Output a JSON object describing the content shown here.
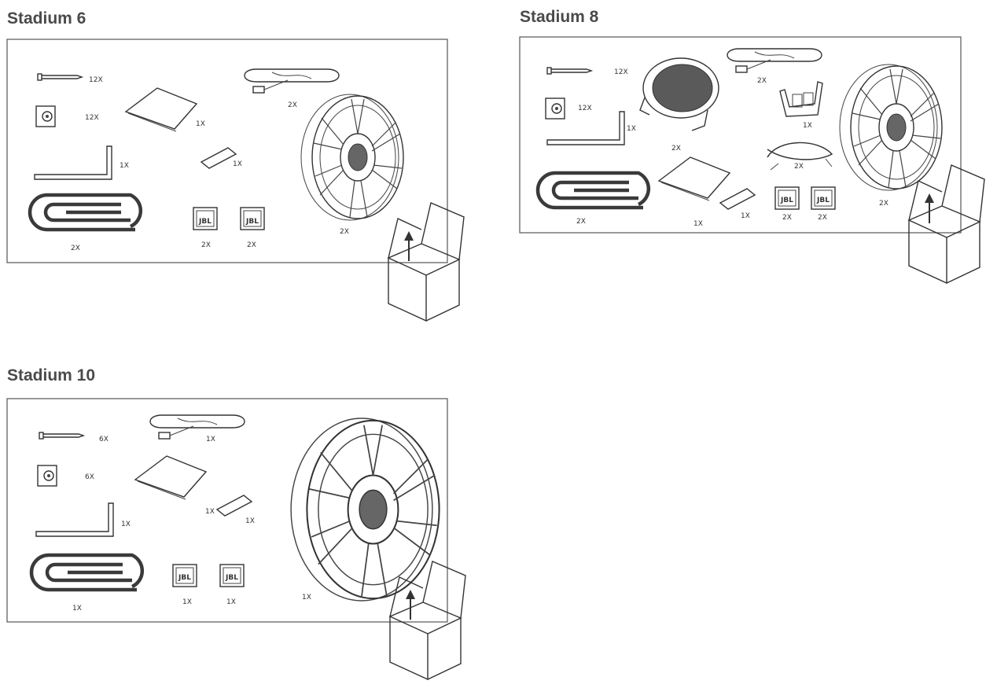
{
  "sections": {
    "s6": {
      "title": "Stadium 6",
      "q_screw": "12X",
      "q_clip": "12X",
      "q_wrench": "1X",
      "q_grill_clip": "2X",
      "q_manual": "1X",
      "q_tape": "1X",
      "q_badge1": "2X",
      "q_badge2": "2X",
      "q_wire": "2X",
      "q_speaker": "2X"
    },
    "s8": {
      "title": "Stadium 8",
      "q_screw": "12X",
      "q_clip": "12X",
      "q_wrench": "1X",
      "q_grill_clip": "2X",
      "q_tweeter": "2X",
      "q_wire": "2X",
      "q_bracket": "1X",
      "q_cable": "2X",
      "q_manual": "1X",
      "q_tape": "1X",
      "q_badge1": "2X",
      "q_badge2": "2X",
      "q_speaker": "2X"
    },
    "s10": {
      "title": "Stadium 10",
      "q_screw": "6X",
      "q_clip": "6X",
      "q_wrench": "1X",
      "q_grill_clip": "1X",
      "q_wire": "1X",
      "q_manual": "1X",
      "q_tape": "1X",
      "q_badge1": "1X",
      "q_badge2": "1X",
      "q_speaker": "1X"
    }
  },
  "badge_logo": "JBL"
}
